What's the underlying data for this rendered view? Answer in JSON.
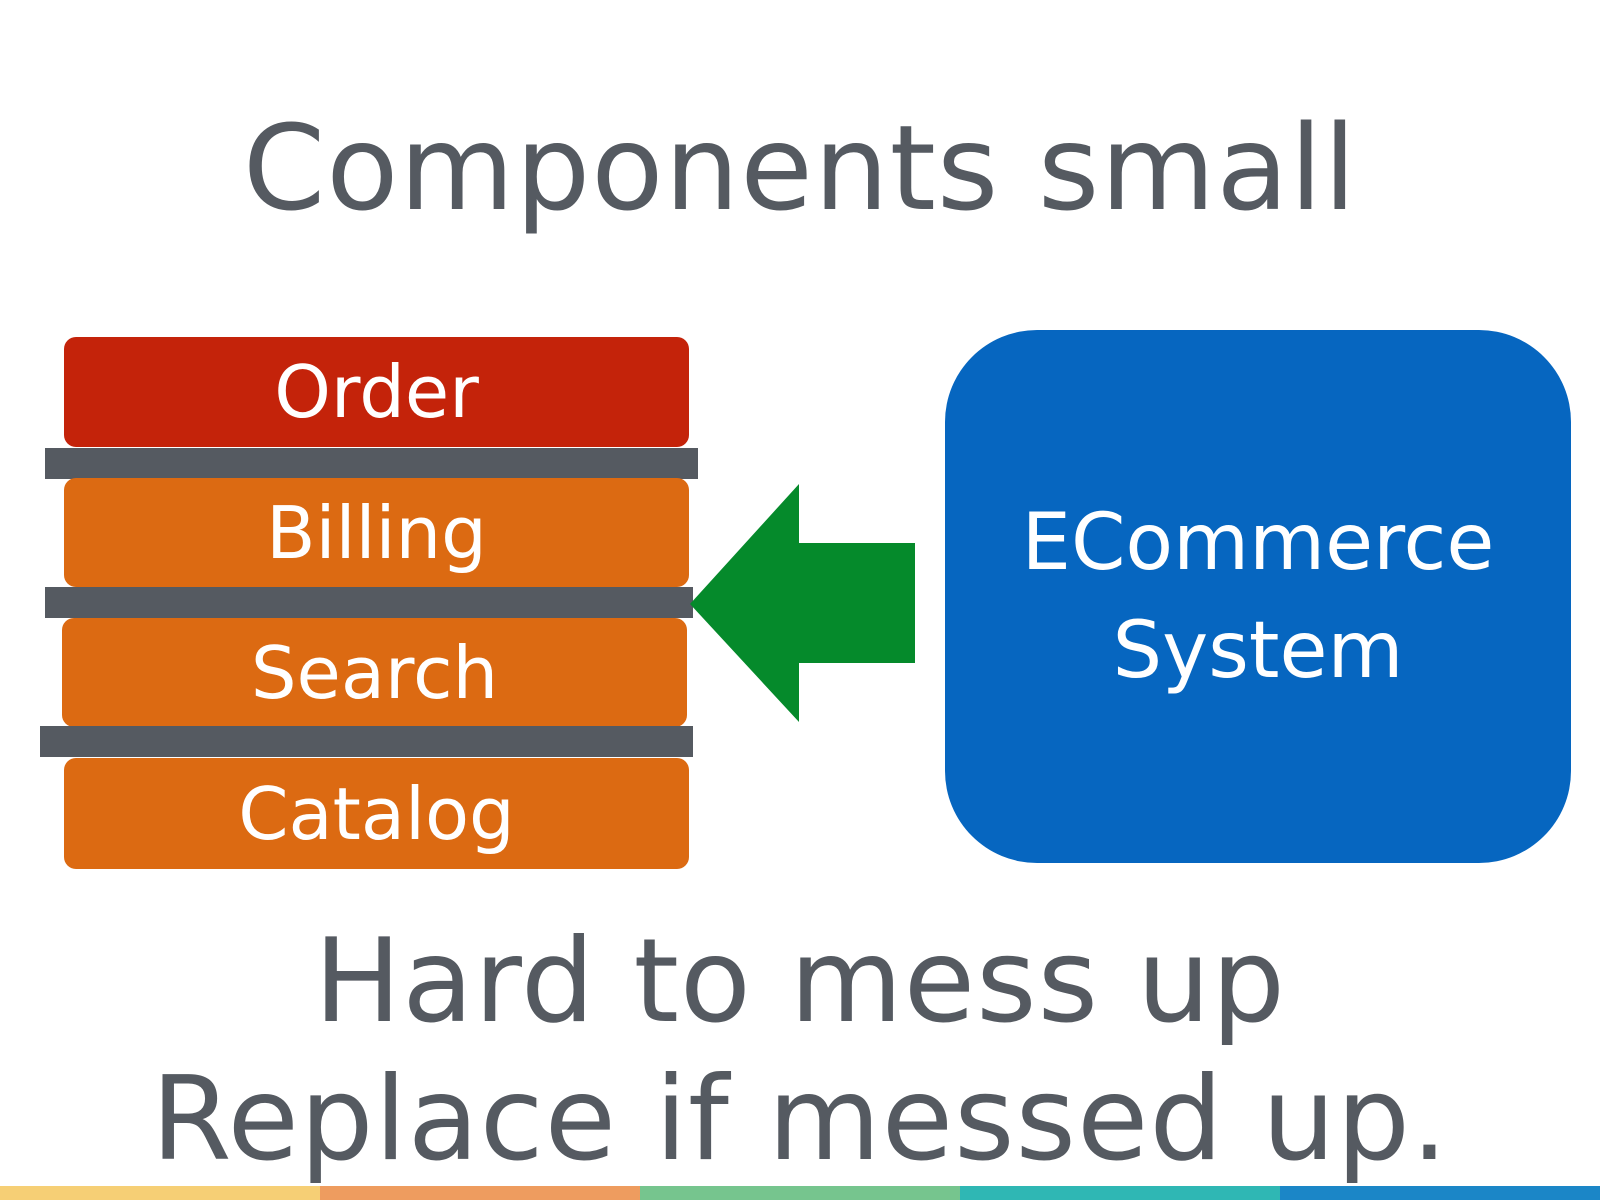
{
  "slide": {
    "title": "Components small",
    "layers": [
      {
        "label": "Order",
        "color": "#c4230a"
      },
      {
        "label": "Billing",
        "color": "#dc6a12"
      },
      {
        "label": "Search",
        "color": "#dc6a12"
      },
      {
        "label": "Catalog",
        "color": "#dc6a12"
      }
    ],
    "divider_color": "#555a61",
    "arrow": {
      "color": "#058a2b",
      "direction": "left"
    },
    "system": {
      "line1": "ECommerce",
      "line2": "System",
      "color": "#0666c0"
    },
    "caption": {
      "line1": "Hard to mess up",
      "line2": "Replace if messed up."
    },
    "text_color": "#555a61",
    "footer_colors": [
      "#f6cf75",
      "#ee9c5f",
      "#76c58e",
      "#2fb7b4",
      "#1b86c7"
    ]
  }
}
